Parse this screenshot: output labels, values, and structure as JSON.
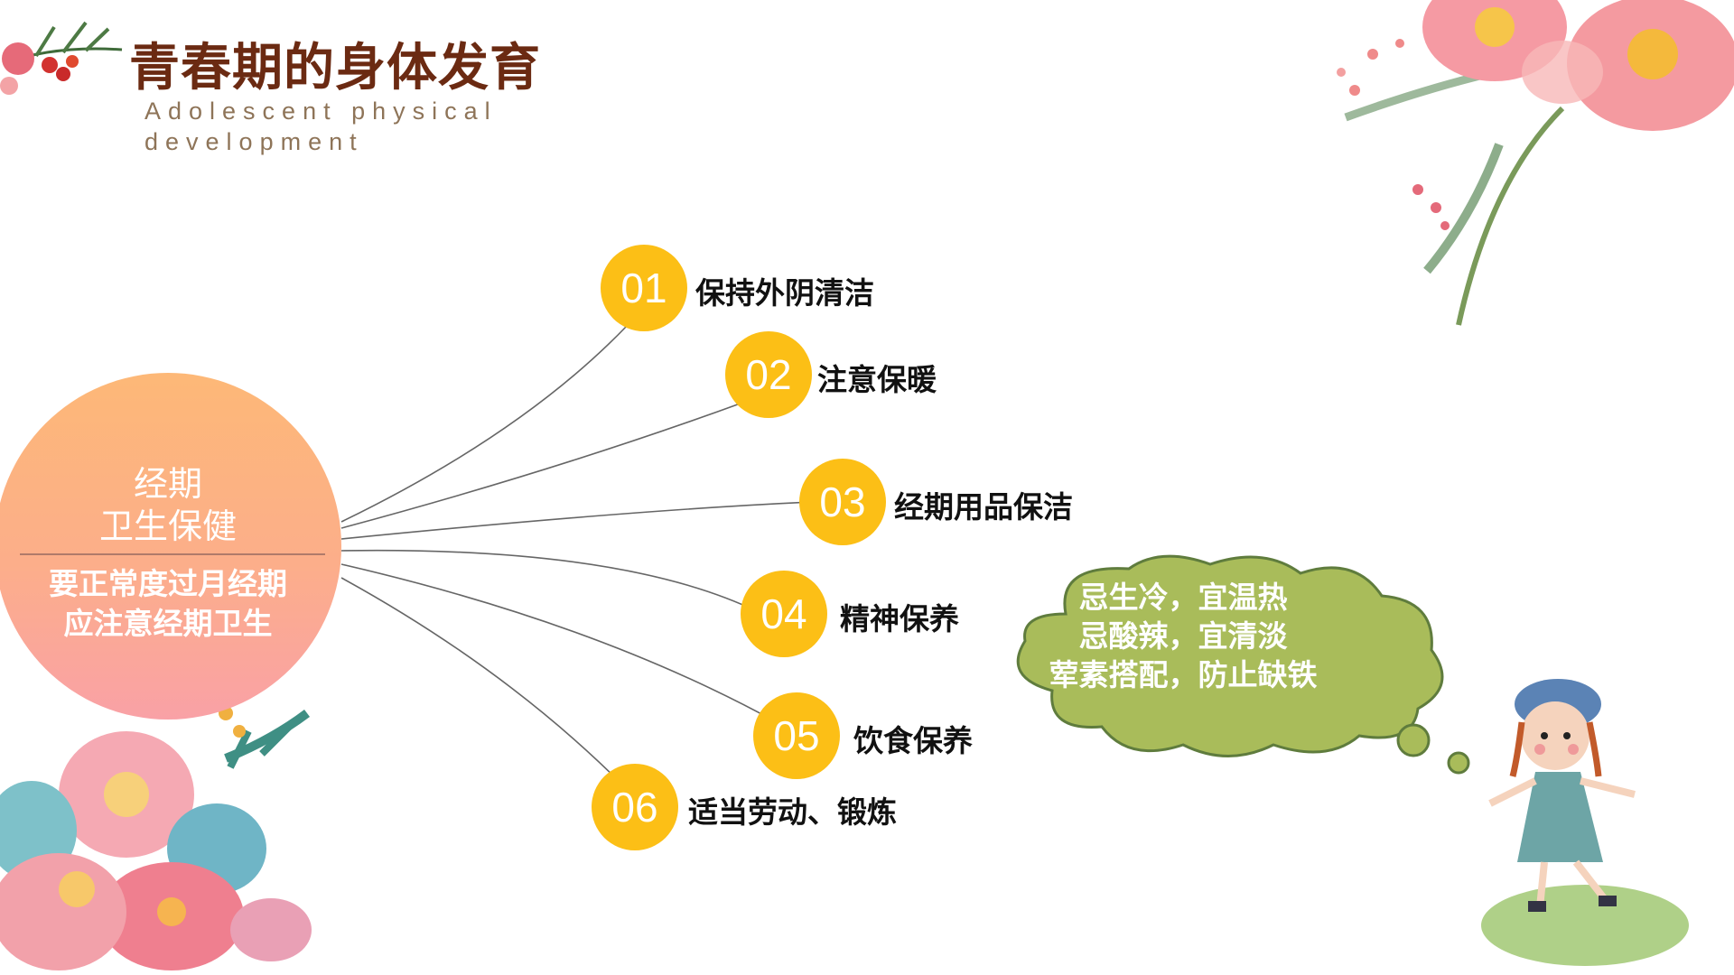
{
  "header": {
    "title": "青春期的身体发育",
    "subtitle": "Adolescent physical development"
  },
  "hub": {
    "title_line1": "经期",
    "title_line2": "卫生保健",
    "sub_line1": "要正常度过月经期",
    "sub_line2": "应注意经期卫生"
  },
  "items": [
    {
      "num": "01",
      "label": "保持外阴清洁"
    },
    {
      "num": "02",
      "label": "注意保暖"
    },
    {
      "num": "03",
      "label": "经期用品保洁"
    },
    {
      "num": "04",
      "label": "精神保养"
    },
    {
      "num": "05",
      "label": "饮食保养"
    },
    {
      "num": "06",
      "label": "适当劳动、锻炼"
    }
  ],
  "bubble": {
    "line1": "忌生冷，宜温热",
    "line2": "忌酸辣，宜清淡",
    "line3": "荤素搭配，防止缺铁"
  },
  "colors": {
    "accent": "#fcbf16",
    "title": "#6b2a12",
    "cloud": "#a9bc5a"
  }
}
